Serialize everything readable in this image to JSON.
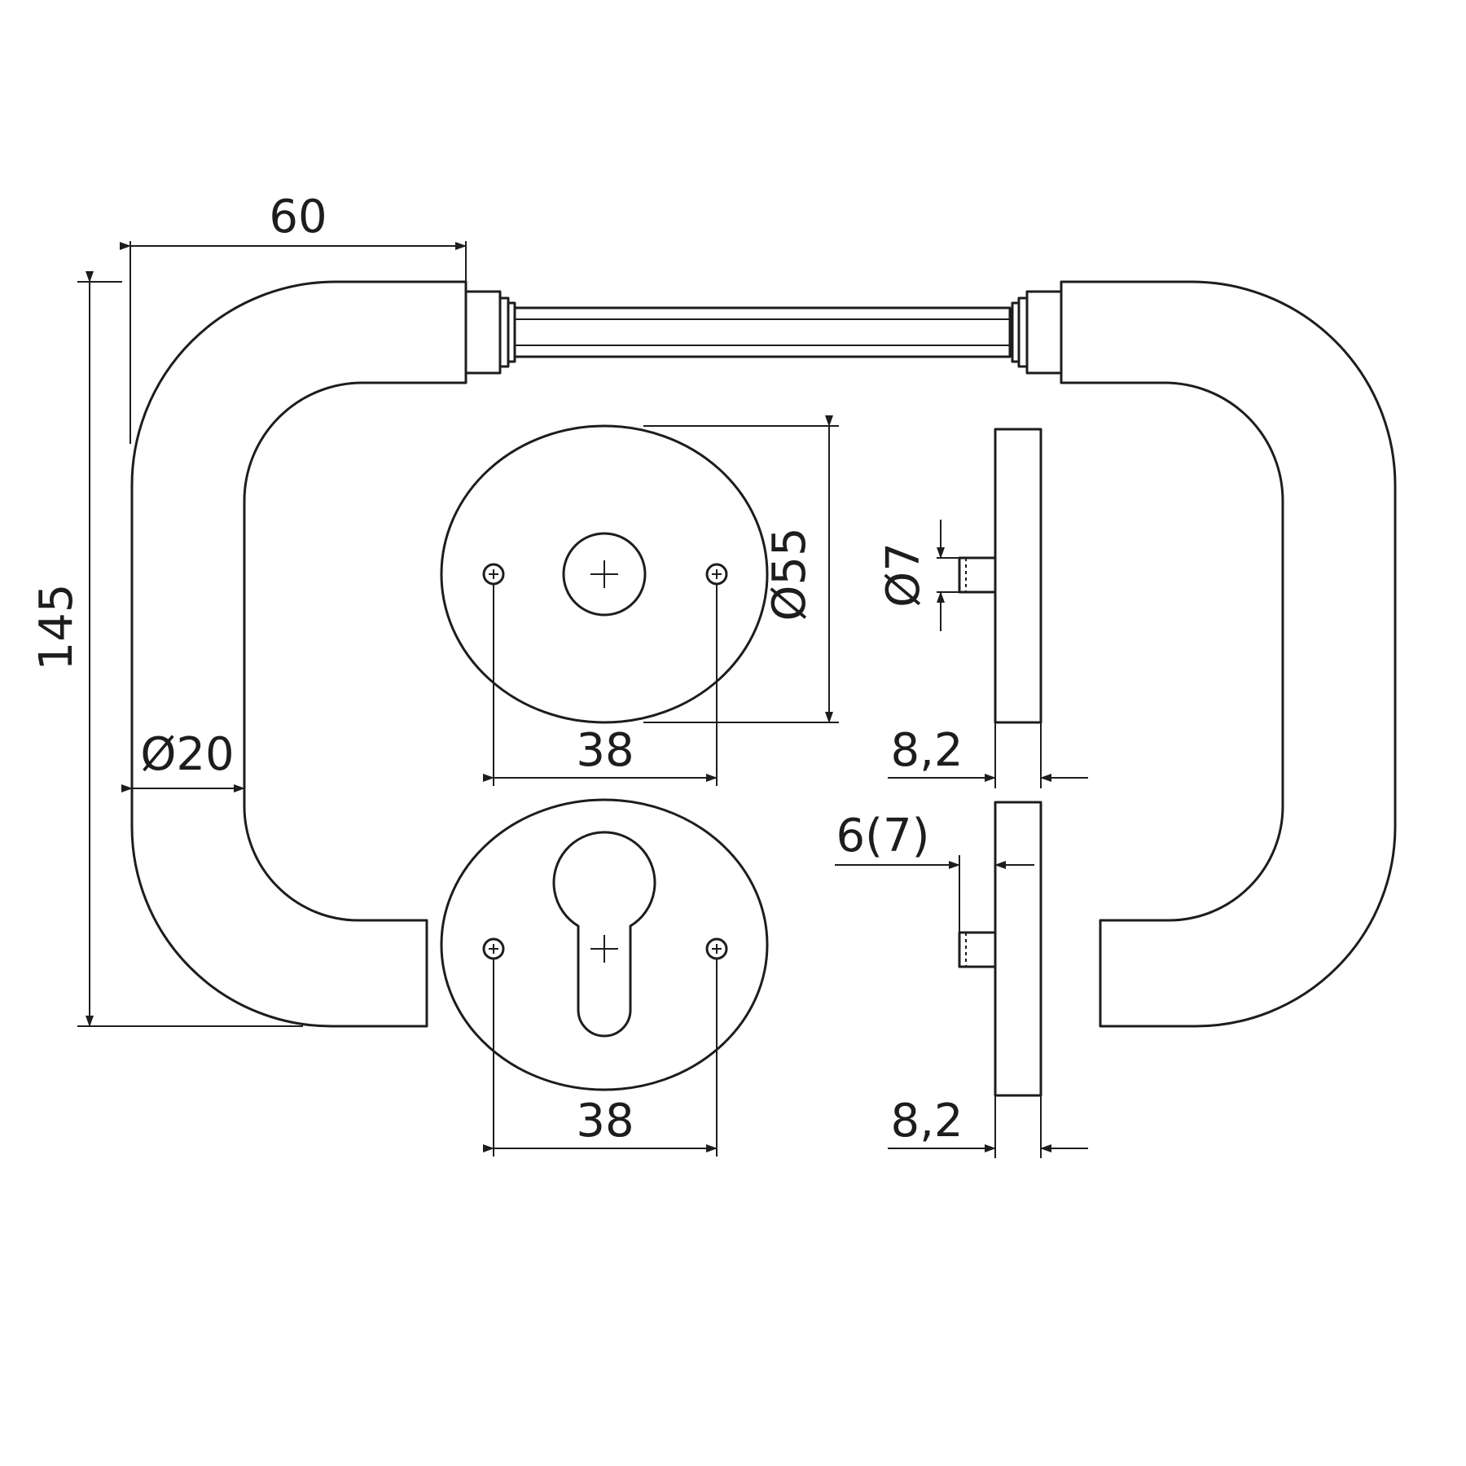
{
  "dimensions": {
    "handle_reach": "60",
    "handle_height": "145",
    "handle_diameter": "Ø20",
    "rosette_diameter": "Ø55",
    "rosette_screw_spacing_top": "38",
    "rosette_screw_spacing_bottom": "38",
    "spindle_diameter": "Ø7",
    "rosette_thickness_top": "8,2",
    "rosette_thickness_bottom": "8,2",
    "pin_length": "6(7)"
  },
  "colors": {
    "line": "#1d1d1b",
    "background": "#ffffff"
  }
}
